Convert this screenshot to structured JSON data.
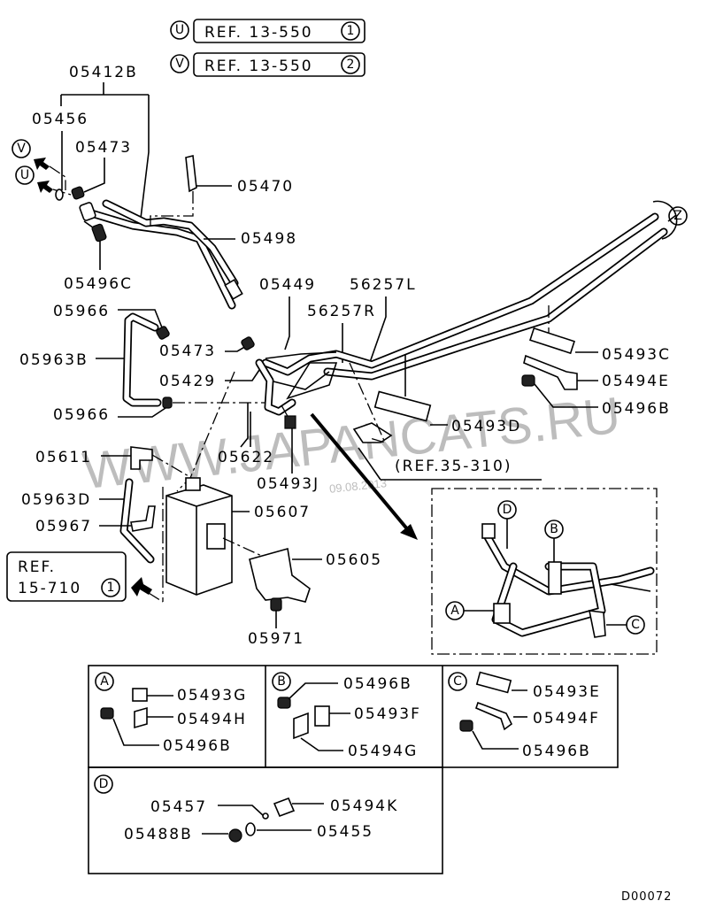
{
  "diagram": {
    "code": "D00072",
    "watermark": "WWW.JAPANCATS.RU",
    "date_stamp": "09.08.2013",
    "references": [
      {
        "marker": "U",
        "text": "REF. 13-550",
        "num": "1"
      },
      {
        "marker": "V",
        "text": "REF. 13-550",
        "num": "2"
      },
      {
        "text": "REF.",
        "text2": "15-710",
        "num": "1"
      },
      {
        "text": "(REF.35-310)"
      }
    ],
    "markers": {
      "U": "U",
      "V": "V",
      "Z": "Z",
      "A": "A",
      "B": "B",
      "C": "C",
      "D": "D"
    },
    "main_labels": {
      "p05412B": "05412B",
      "p05456": "05456",
      "p05473a": "05473",
      "p05470": "05470",
      "p05498": "05498",
      "p05496C": "05496C",
      "p05449": "05449",
      "p56257L": "56257L",
      "p56257R": "56257R",
      "p05966a": "05966",
      "p05963B": "05963B",
      "p05473b": "05473",
      "p05429": "05429",
      "p05966b": "05966",
      "p05611": "05611",
      "p05622": "05622",
      "p05493J": "05493J",
      "p05963D": "05963D",
      "p05967": "05967",
      "p05607": "05607",
      "p05605": "05605",
      "p05971": "05971",
      "p05493C": "05493C",
      "p05494E": "05494E",
      "p05496B": "05496B",
      "p05493D": "05493D"
    },
    "detail_boxes": [
      {
        "marker": "A",
        "labels": [
          "05493G",
          "05494H",
          "05496B"
        ]
      },
      {
        "marker": "B",
        "labels": [
          "05496B",
          "05493F",
          "05494G"
        ]
      },
      {
        "marker": "C",
        "labels": [
          "05493E",
          "05494F",
          "05496B"
        ]
      },
      {
        "marker": "D",
        "labels": [
          "05457",
          "05494K",
          "05488B",
          "05455"
        ]
      }
    ]
  }
}
